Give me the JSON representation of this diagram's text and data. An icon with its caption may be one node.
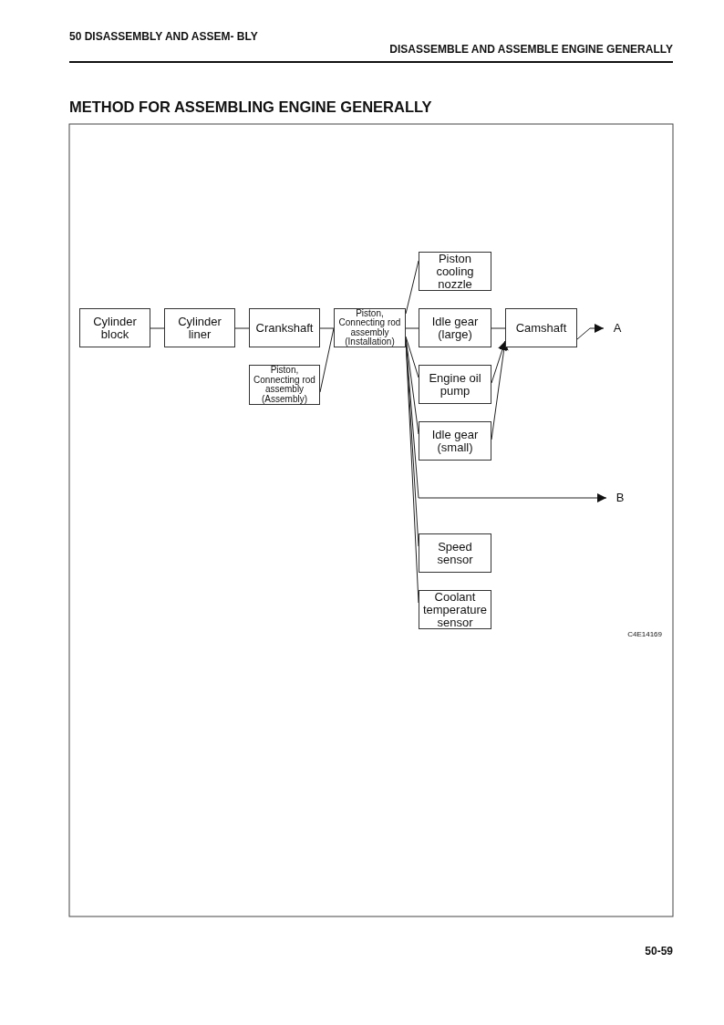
{
  "diagram": {
    "title": "METHOD FOR ASSEMBLING ENGINE GENERALLY",
    "nodes": [
      {
        "text": [
          "Cylinder block"
        ]
      },
      {
        "text": [
          "Cylinder liner"
        ]
      },
      {
        "text": [
          "Crankshaft"
        ]
      },
      {
        "text": [
          "Piston, Connecting rod assembly (Installation)"
        ]
      },
      {
        "text": [
          "Piston, Connecting rod assembly (Assembly)"
        ]
      },
      {
        "text": [
          "Piston cooling nozzle"
        ]
      },
      {
        "text": [
          "Idle gear (large)"
        ]
      },
      {
        "text": [
          "Engine oil pump"
        ]
      },
      {
        "text": [
          "Idle gear (small)"
        ]
      },
      {
        "text": [
          "Speed sensor"
        ]
      },
      {
        "text": [
          "Coolant temperature sensor"
        ]
      },
      {
        "text": [
          "Camshaft"
        ]
      },
      {
        "text": [
          "A"
        ]
      },
      {
        "text": [
          "B"
        ]
      }
    ],
    "edges": [
      {
        "from": 0,
        "to": 1,
        "arrow": "none"
      },
      {
        "from": 1,
        "to": 2,
        "arrow": "none"
      },
      {
        "from": 2,
        "to": 3,
        "arrow": "none"
      },
      {
        "from": 4,
        "to": 3,
        "arrow": "none"
      },
      {
        "from": 3,
        "to": 5,
        "arrow": "none"
      },
      {
        "from": 3,
        "to": 6,
        "arrow": "none"
      },
      {
        "from": 3,
        "to": 7,
        "arrow": "none"
      },
      {
        "from": 3,
        "to": 8,
        "arrow": "none"
      },
      {
        "from": 3,
        "to": 13,
        "arrow": "to"
      },
      {
        "from": 3,
        "to": 9,
        "arrow": "none"
      },
      {
        "from": 3,
        "to": 10,
        "arrow": "none"
      },
      {
        "from": 6,
        "to": 11,
        "arrow": "none"
      },
      {
        "from": 7,
        "to": 11,
        "arrow": "to"
      },
      {
        "from": 8,
        "to": 11,
        "arrow": "to"
      },
      {
        "from": 11,
        "to": 12,
        "arrow": "to"
      }
    ],
    "labels": [
      "50 DISASSEMBLY AND ASSEM- BLY",
      "DISASSEMBLE AND ASSEMBLE ENGINE GENERALLY",
      "C4E14169",
      "50-59"
    ]
  }
}
